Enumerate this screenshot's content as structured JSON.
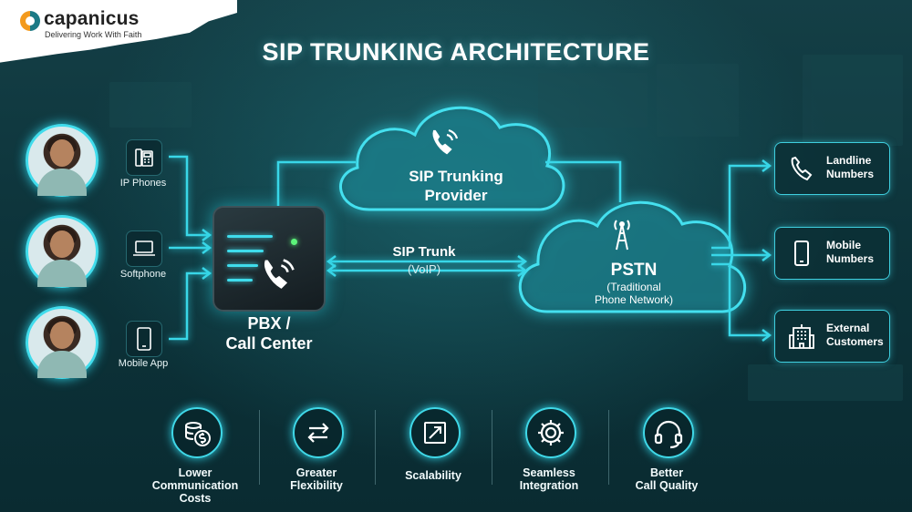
{
  "brand": {
    "name": "capanicus",
    "tagline": "Delivering Work With Faith"
  },
  "title": "SIP TRUNKING ARCHITECTURE",
  "devices": [
    {
      "label": "IP Phones",
      "icon": "desk-phone-icon"
    },
    {
      "label": "Softphone",
      "icon": "laptop-icon"
    },
    {
      "label": "Mobile App",
      "icon": "smartphone-icon"
    }
  ],
  "pbx": {
    "label_line1": "PBX /",
    "label_line2": "Call Center",
    "icon": "phone-call-icon"
  },
  "provider": {
    "line1": "SIP Trunking",
    "line2": "Provider",
    "icon": "phone-call-icon"
  },
  "trunk": {
    "label": "SIP Trunk",
    "sub": "(VoIP)"
  },
  "pstn": {
    "title": "PSTN",
    "sub1": "(Traditional",
    "sub2": "Phone Network)",
    "icon": "cell-tower-icon"
  },
  "destinations": [
    {
      "line1": "Landline",
      "line2": "Numbers",
      "icon": "phone-icon"
    },
    {
      "line1": "Mobile",
      "line2": "Numbers",
      "icon": "smartphone-icon"
    },
    {
      "line1": "External",
      "line2": "Customers",
      "icon": "building-icon"
    }
  ],
  "benefits": [
    {
      "lines": [
        "Lower",
        "Communication",
        "Costs"
      ],
      "icon": "coins-dollar-icon"
    },
    {
      "lines": [
        "Greater",
        "Flexibility"
      ],
      "icon": "swap-arrows-icon"
    },
    {
      "lines": [
        "Scalability"
      ],
      "icon": "expand-icon"
    },
    {
      "lines": [
        "Seamless",
        "Integration"
      ],
      "icon": "gear-icon"
    },
    {
      "lines": [
        "Better",
        "Call Quality"
      ],
      "icon": "headset-icon"
    }
  ],
  "colors": {
    "accent": "#39d7e8",
    "background": "#0b2f35",
    "led": "#5cf37a"
  }
}
